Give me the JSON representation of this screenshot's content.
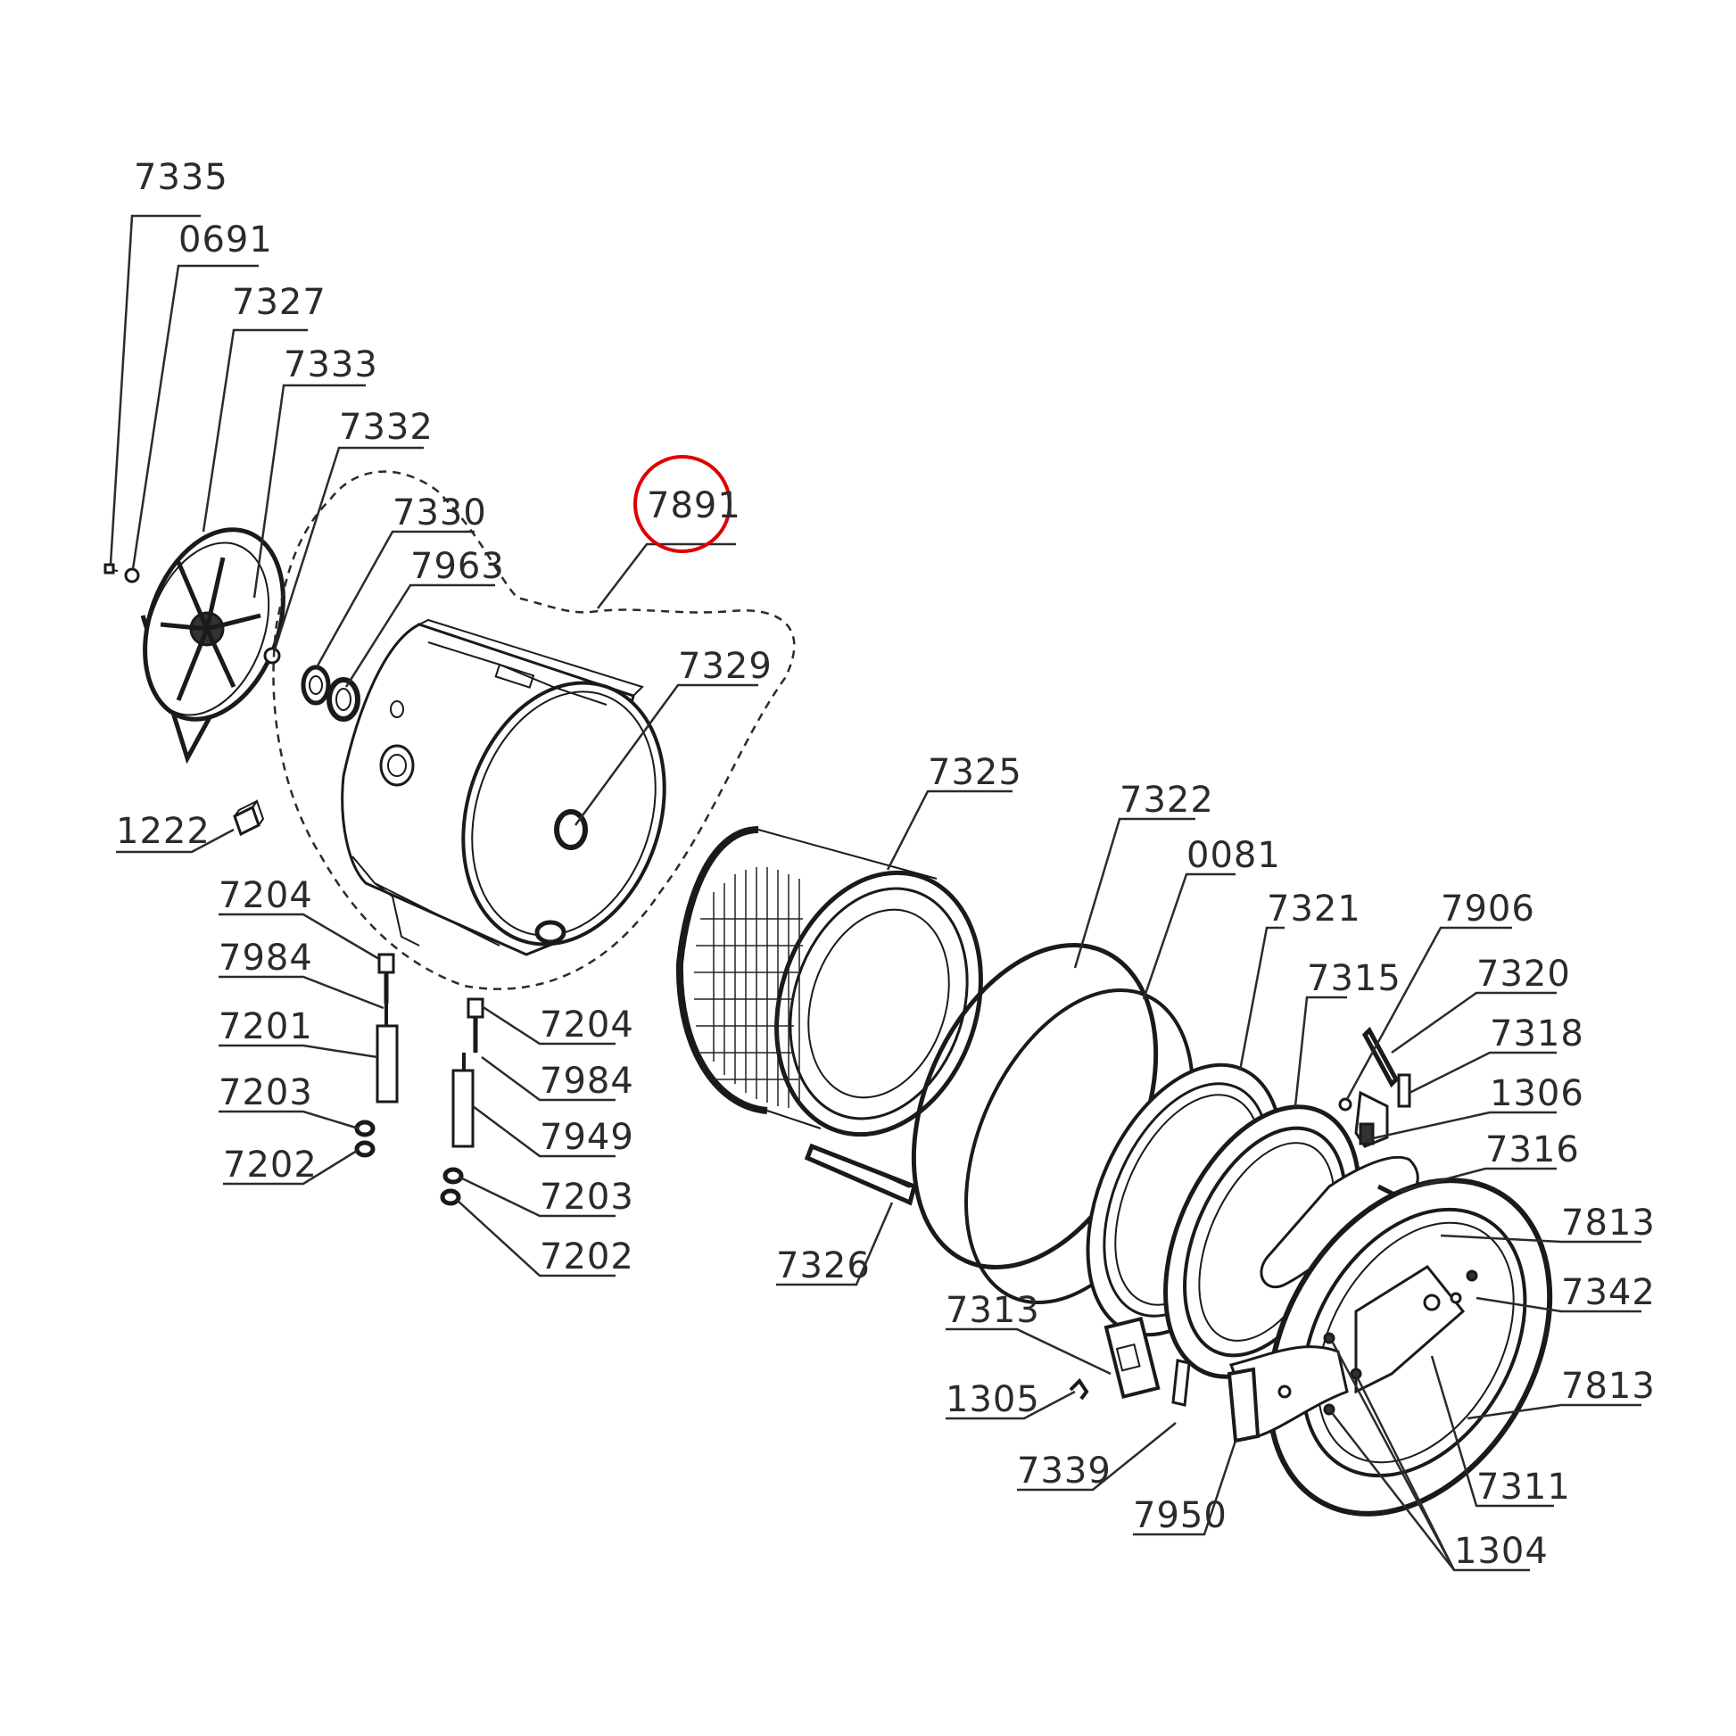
{
  "diagram": {
    "highlight_color": "#e00000",
    "line_color": "#2b2b2b",
    "labels": {
      "l7335": "7335",
      "l0691": "0691",
      "l7327": "7327",
      "l7333": "7333",
      "l7332": "7332",
      "l7330": "7330",
      "l7963": "7963",
      "l7891": "7891",
      "l7329": "7329",
      "l1222": "1222",
      "l7204a": "7204",
      "l7984a": "7984",
      "l7201": "7201",
      "l7203a": "7203",
      "l7202a": "7202",
      "l7204b": "7204",
      "l7984b": "7984",
      "l7949": "7949",
      "l7203b": "7203",
      "l7202b": "7202",
      "l7325": "7325",
      "l7326": "7326",
      "l7322": "7322",
      "l0081": "0081",
      "l7321": "7321",
      "l7315": "7315",
      "l7906": "7906",
      "l7320": "7320",
      "l7318": "7318",
      "l1306": "1306",
      "l7316": "7316",
      "l7813a": "7813",
      "l7342": "7342",
      "l7813b": "7813",
      "l7311": "7311",
      "l1304": "1304",
      "l7313": "7313",
      "l1305": "1305",
      "l7339": "7339",
      "l7950": "7950"
    }
  }
}
